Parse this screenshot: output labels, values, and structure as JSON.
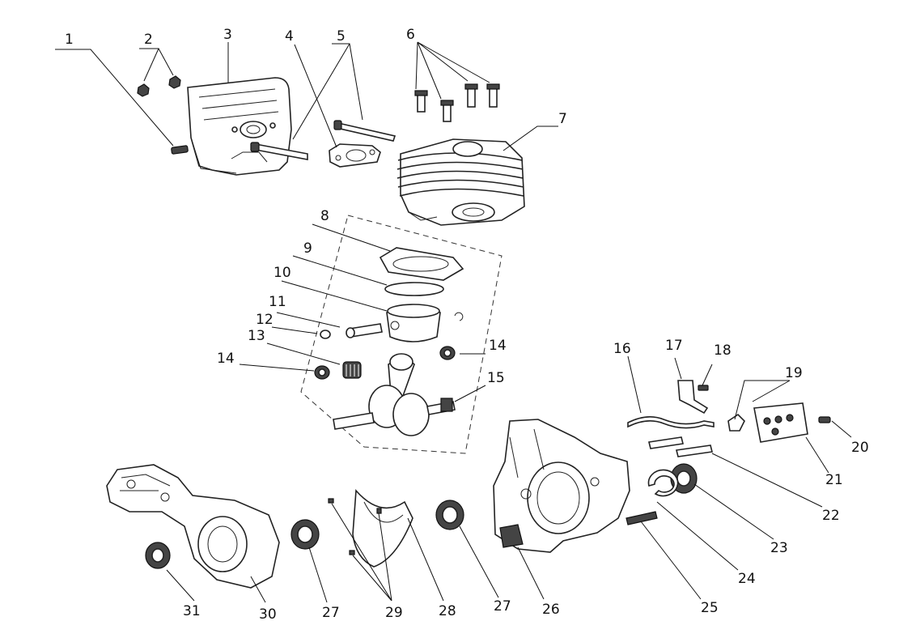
{
  "callouts": [
    {
      "n": "1"
    },
    {
      "n": "2"
    },
    {
      "n": "3"
    },
    {
      "n": "4"
    },
    {
      "n": "5"
    },
    {
      "n": "6"
    },
    {
      "n": "7"
    },
    {
      "n": "8"
    },
    {
      "n": "9"
    },
    {
      "n": "10"
    },
    {
      "n": "11"
    },
    {
      "n": "12"
    },
    {
      "n": "13"
    },
    {
      "n": "14"
    },
    {
      "n": "14"
    },
    {
      "n": "15"
    },
    {
      "n": "16"
    },
    {
      "n": "17"
    },
    {
      "n": "18"
    },
    {
      "n": "19"
    },
    {
      "n": "20"
    },
    {
      "n": "21"
    },
    {
      "n": "22"
    },
    {
      "n": "23"
    },
    {
      "n": "24"
    },
    {
      "n": "25"
    },
    {
      "n": "26"
    },
    {
      "n": "27"
    },
    {
      "n": "27"
    },
    {
      "n": "28"
    },
    {
      "n": "29"
    },
    {
      "n": "30"
    },
    {
      "n": "31"
    }
  ],
  "colors": {
    "line": "#222222",
    "background": "#ffffff"
  }
}
